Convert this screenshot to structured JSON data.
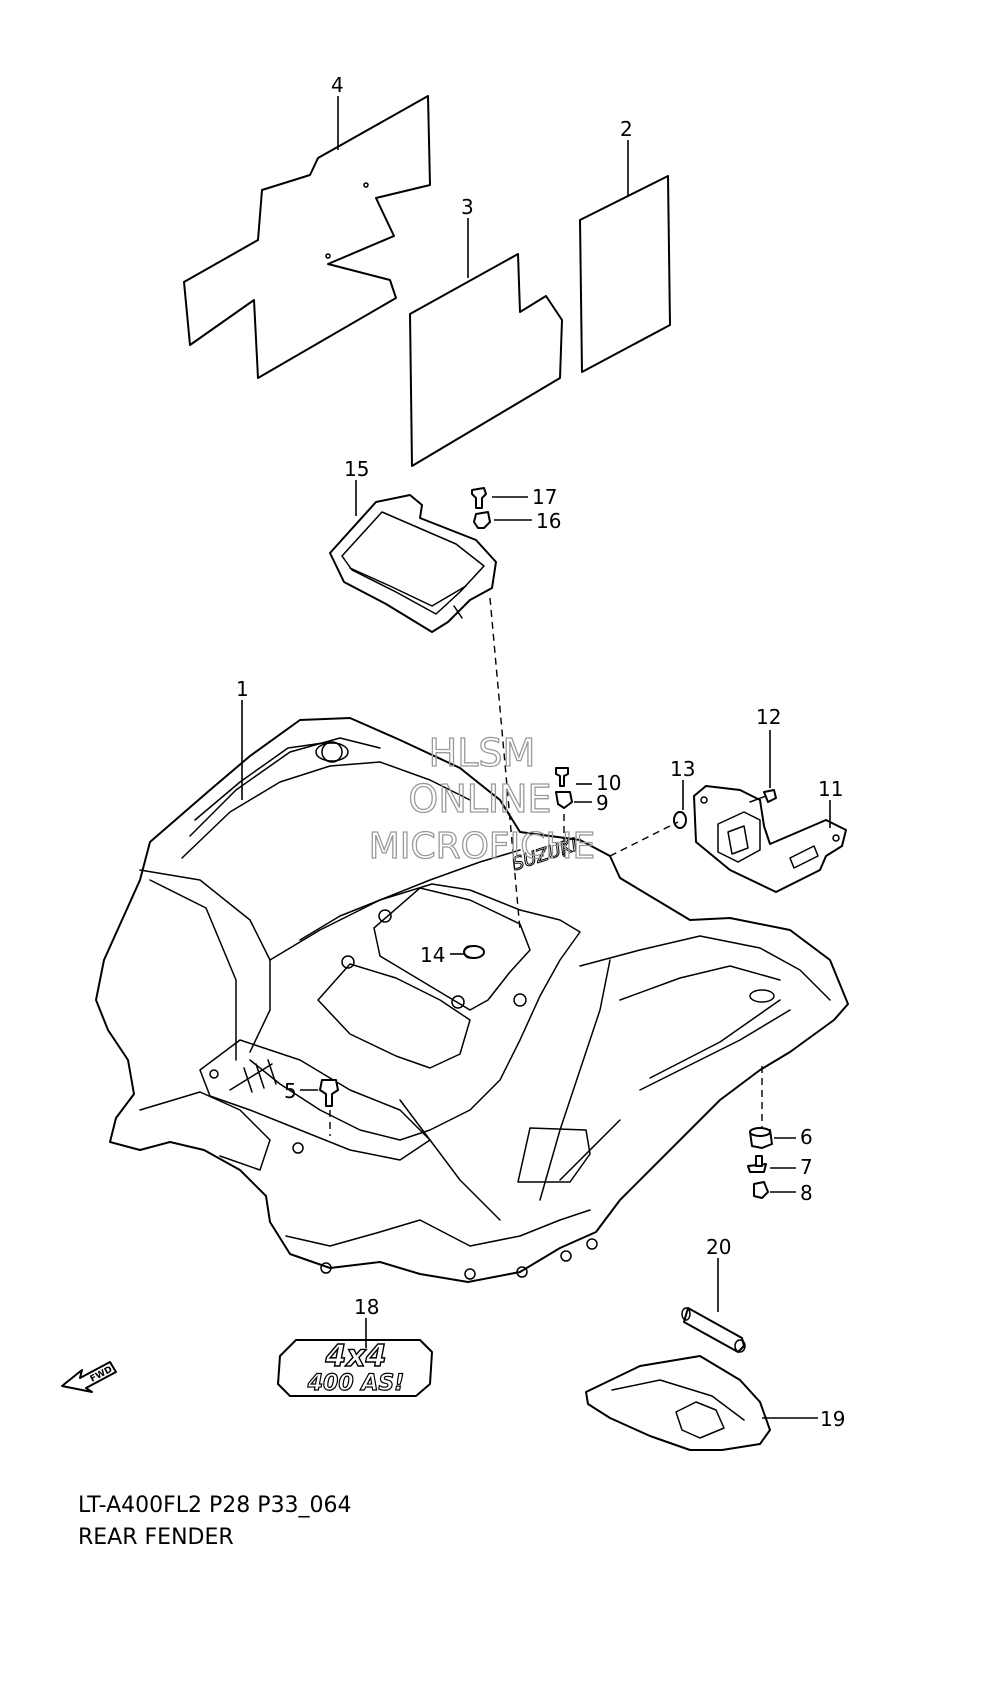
{
  "watermark": {
    "line1": "HLSM",
    "line2": "ONLINE",
    "line3": "MICROFICHE"
  },
  "callouts": [
    "1",
    "2",
    "3",
    "4",
    "5",
    "6",
    "7",
    "8",
    "9",
    "10",
    "11",
    "12",
    "13",
    "14",
    "15",
    "16",
    "17",
    "18",
    "19",
    "20"
  ],
  "decal_18": {
    "top": "4x4",
    "bottom": "400 AS!"
  },
  "fwd_arrow": "FWD",
  "fender_logo": "SUZUKI",
  "caption": {
    "model": "LT-A400FL2 P28 P33_064",
    "title": "REAR FENDER"
  }
}
